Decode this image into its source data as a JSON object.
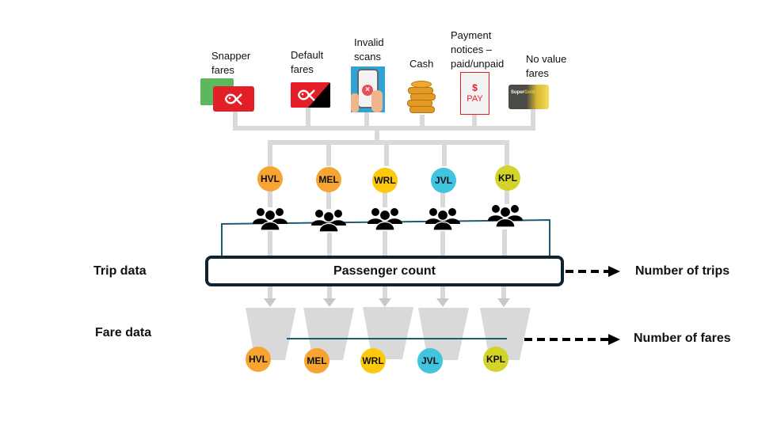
{
  "sources": [
    {
      "id": "snapper",
      "label": "Snapper\nfares",
      "icon": "snapper-card-icon"
    },
    {
      "id": "default",
      "label": "Default\nfares",
      "icon": "default-fare-card-icon"
    },
    {
      "id": "invalid",
      "label": "Invalid\nscans",
      "icon": "invalid-scan-phone-icon"
    },
    {
      "id": "cash",
      "label": "Cash",
      "icon": "coins-icon"
    },
    {
      "id": "payment",
      "label": "Payment\nnotices –\npaid/unpaid",
      "icon": "payment-notice-icon"
    },
    {
      "id": "novalue",
      "label": "No value\nfares",
      "icon": "supergold-card-icon"
    }
  ],
  "payment_icon": {
    "symbol": "$",
    "text": "PAY"
  },
  "supergold_text": {
    "super": "Super",
    "gold": "Gold"
  },
  "stations_top": [
    {
      "code": "HVL",
      "color": "#f6a532"
    },
    {
      "code": "MEL",
      "color": "#f6a532"
    },
    {
      "code": "WRL",
      "color": "#fdc90e"
    },
    {
      "code": "JVL",
      "color": "#40c4df"
    },
    {
      "code": "KPL",
      "color": "#d3d42a"
    }
  ],
  "stations_bottom": [
    {
      "code": "HVL",
      "color": "#f6a532"
    },
    {
      "code": "MEL",
      "color": "#f6a532"
    },
    {
      "code": "WRL",
      "color": "#fdc90e"
    },
    {
      "code": "JVL",
      "color": "#40c4df"
    },
    {
      "code": "KPL",
      "color": "#d3d42a"
    }
  ],
  "labels": {
    "trip_data": "Trip data",
    "fare_data": "Fare data",
    "passenger_count": "Passenger count",
    "number_of_trips": "Number of trips",
    "number_of_fares": "Number of fares"
  },
  "colors": {
    "connector": "#d9d9d9",
    "frame_line": "#1f5a7a",
    "box_border": "#0e2433",
    "snapper_red": "#e21f26",
    "snapper_green": "#5cb85c"
  }
}
